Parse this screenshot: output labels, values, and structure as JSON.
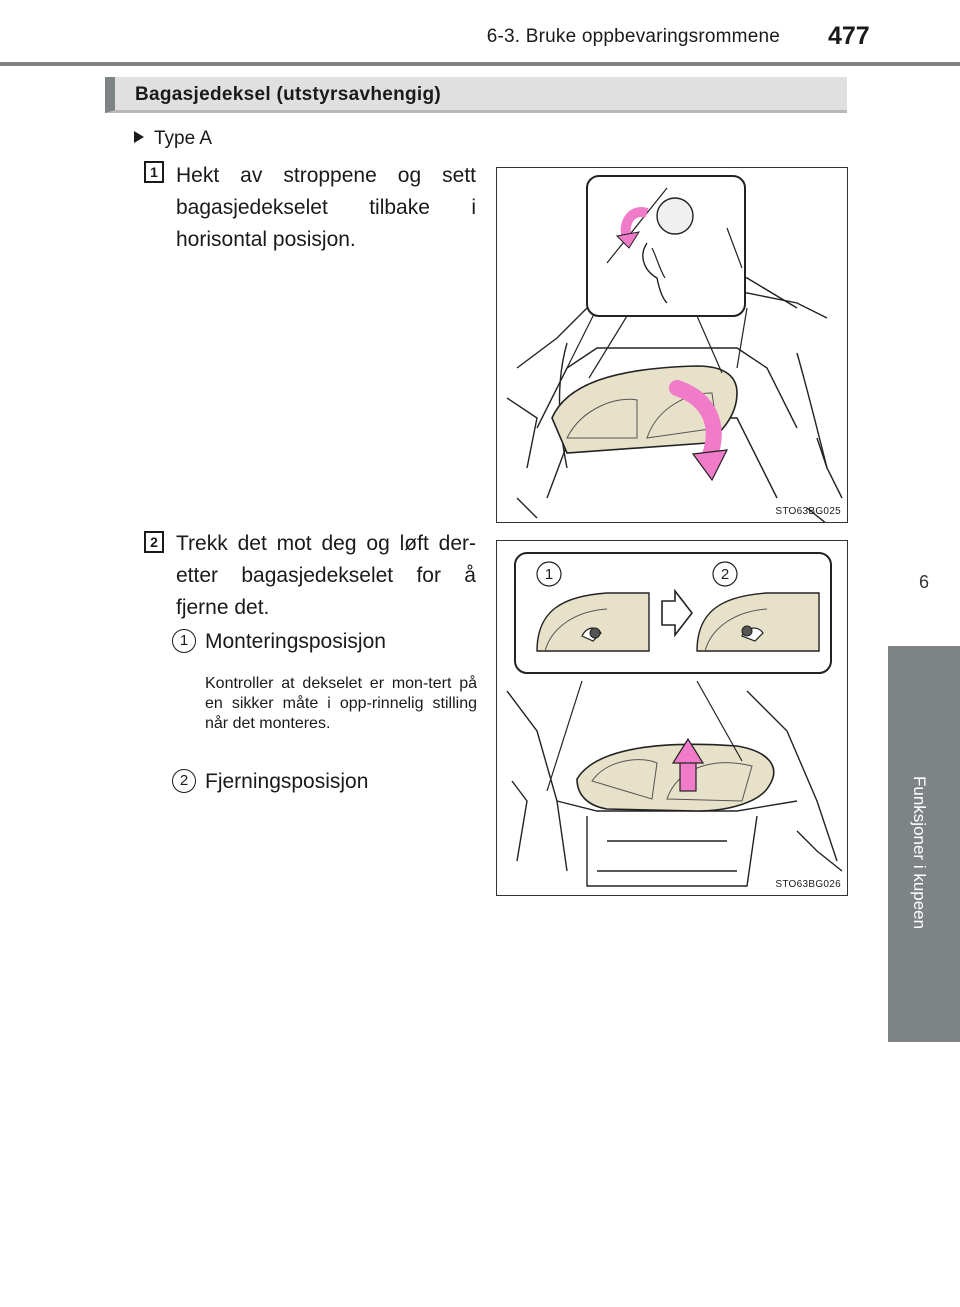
{
  "header": {
    "section_title": "6-3. Bruke oppbevaringsrommene",
    "page_number": "477"
  },
  "side_tab": {
    "chapter_number": "6",
    "chapter_title": "Funksjoner i kupeen"
  },
  "section": {
    "title": "Bagasjedeksel (utstyrsavhengig)"
  },
  "type_label": "Type A",
  "steps": [
    {
      "number": "1",
      "text": "Hekt av stroppene og sett bagasjedekselet tilbake i horisontal posisjon."
    },
    {
      "number": "2",
      "text": "Trekk det mot deg og løft der-etter bagasjedekselet for å fjerne det."
    }
  ],
  "positions": [
    {
      "number": "1",
      "label": "Monteringsposisjon",
      "note": "Kontroller at dekselet er mon-tert på en sikker måte i opp-rinnelig stilling når det monteres."
    },
    {
      "number": "2",
      "label": "Fjerningsposisjon"
    }
  ],
  "figures": [
    {
      "code": "STO63BG025"
    },
    {
      "code": "STO63BG026",
      "callouts": [
        "1",
        "2"
      ]
    }
  ],
  "colors": {
    "rule": "#7e8386",
    "section_bar": "#e0e0e0",
    "arrow_pink": "#f07bc8",
    "cover_tan": "#e6e1c8"
  }
}
